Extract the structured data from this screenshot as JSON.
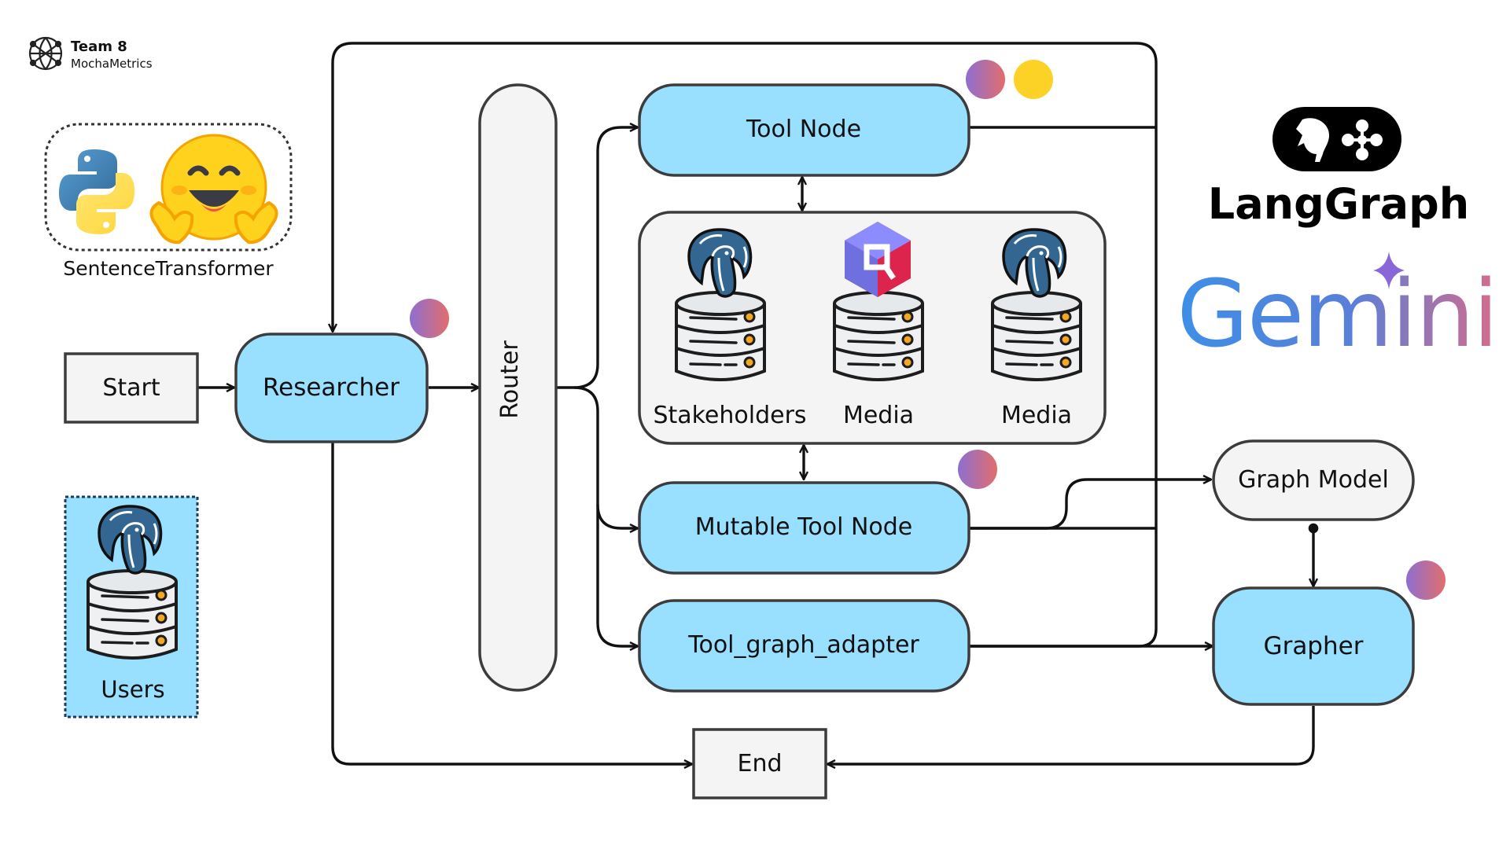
{
  "brand": {
    "team": "Team 8",
    "name": "MochaMetrics"
  },
  "sentence_transformer": {
    "label": "SentenceTransformer"
  },
  "users_db": {
    "label": "Users"
  },
  "nodes": {
    "start": "Start",
    "researcher": "Researcher",
    "router": "Router",
    "tool_node": "Tool Node",
    "mutable_tool_node": "Mutable Tool Node",
    "tool_graph_adapter": "Tool_graph_adapter",
    "graph_model": "Graph Model",
    "grapher": "Grapher",
    "end": "End"
  },
  "databases": [
    {
      "label": "Stakeholders",
      "icon": "postgres-elephant-icon"
    },
    {
      "label": "Media",
      "icon": "qdrant-icon"
    },
    {
      "label": "Media",
      "icon": "postgres-elephant-icon"
    }
  ],
  "logos": {
    "langgraph": "LangGraph",
    "gemini": "Gemini"
  },
  "colors": {
    "node_fill": "#99dfff",
    "panel_fill": "#f4f4f4",
    "stroke": "#3c3c3c",
    "line": "#111111",
    "gemini_dot_from": "#8e6fd1",
    "gemini_dot_to": "#e26d6d",
    "yellow_dot": "#fdd226"
  }
}
